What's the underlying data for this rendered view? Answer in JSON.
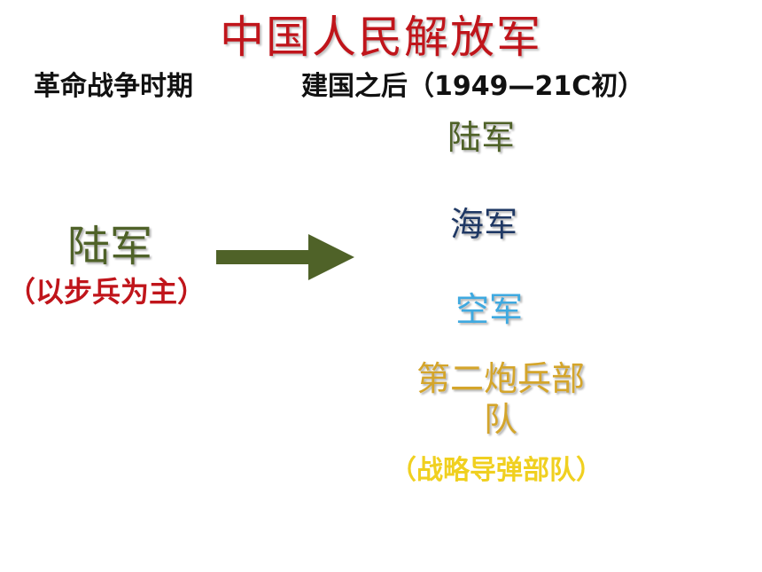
{
  "title": "中国人民解放军",
  "period_left": "革命战争时期",
  "period_right": "建国之后（1949—21C初）",
  "before": {
    "label": "陆军",
    "note": "（以步兵为主）",
    "color": "#4f6228",
    "note_color": "#c0151b"
  },
  "arrow_color": "#4f6228",
  "after": [
    {
      "label": "陆军",
      "color": "#4f6228"
    },
    {
      "label": "海军",
      "color": "#1f3864"
    },
    {
      "label": "空军",
      "color": "#3fa9e0"
    },
    {
      "label": "第二炮兵部队",
      "color": "#d4a52b"
    }
  ],
  "after_note": "（战略导弹部队）",
  "after_note_color": "#f0d020"
}
